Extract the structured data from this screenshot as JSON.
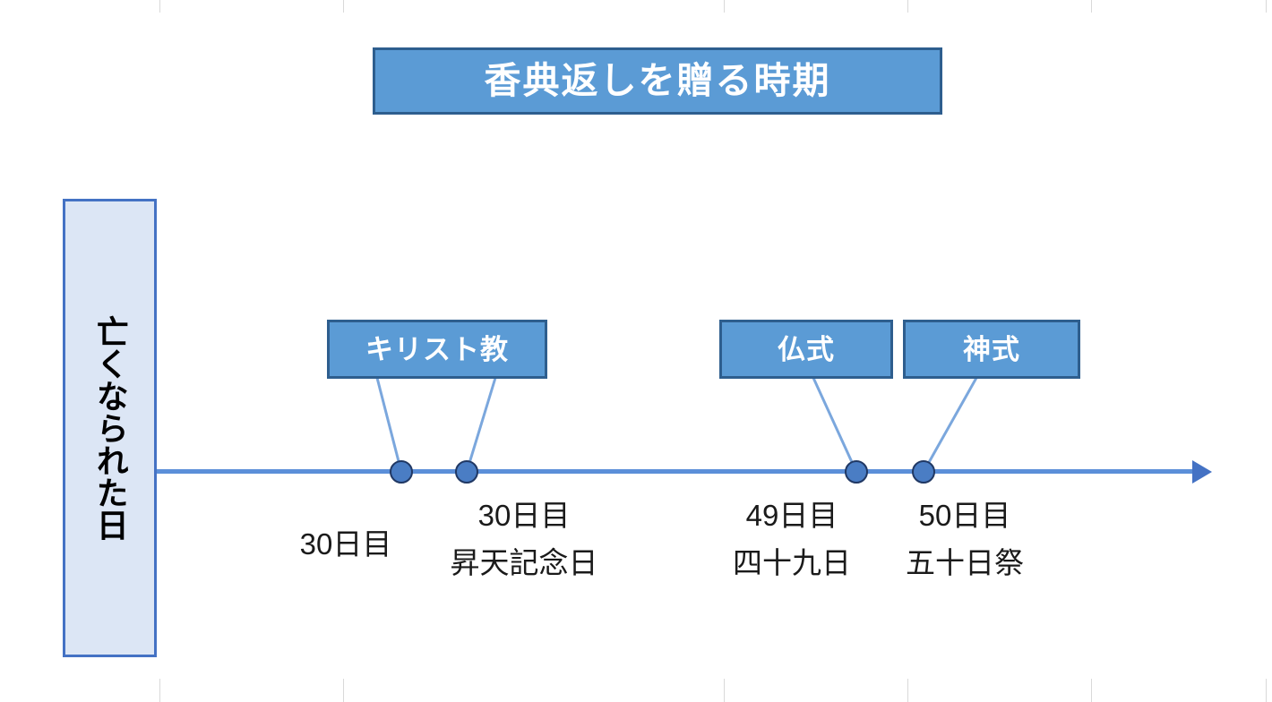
{
  "title_banner": {
    "text": "香典返しを贈る時期"
  },
  "origin_box": {
    "label": "亡くなられた日"
  },
  "timeline": {
    "axis_color": "#5B8FD9",
    "arrow_color": "#4472C4",
    "dot_fill": "#4A7DC4",
    "dot_border": "#203864"
  },
  "category_boxes": [
    {
      "label": "キリスト教"
    },
    {
      "label": "仏式"
    },
    {
      "label": "神式"
    }
  ],
  "events": [
    {
      "day_label": "30日目",
      "name_label": ""
    },
    {
      "day_label": "30日目",
      "name_label": "昇天記念日"
    },
    {
      "day_label": "49日目",
      "name_label": "四十九日"
    },
    {
      "day_label": "50日目",
      "name_label": "五十日祭"
    }
  ],
  "colors": {
    "accent_blue": "#5B9BD5",
    "accent_border": "#2E5E8E",
    "light_blue_fill": "#DCE6F5",
    "light_blue_border": "#4472C4",
    "connector": "#7BA7DD",
    "gridline": "#d9d9d9"
  }
}
